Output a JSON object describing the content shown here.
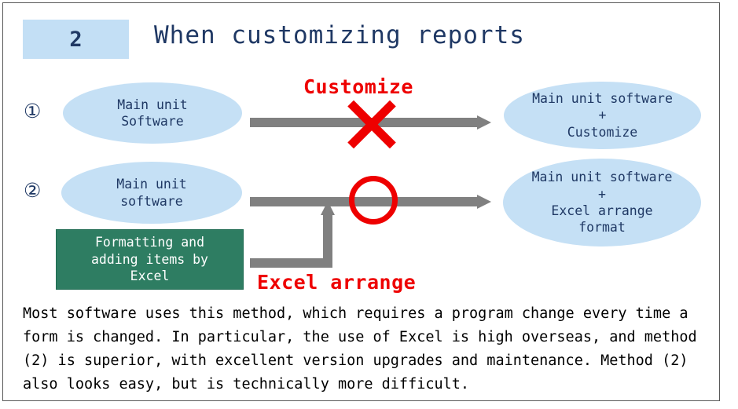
{
  "slide": {
    "badge_number": "2",
    "title": "When customizing reports",
    "border_color": "#595959",
    "badge_bg": "#c3dff5",
    "title_color": "#1f3864"
  },
  "colors": {
    "ellipse_fill": "#c5e0f5",
    "ellipse_text": "#1f3864",
    "arrow_gray": "#808080",
    "mark_red": "#ee0000",
    "green_box_fill": "#2e7d62",
    "green_box_text": "#ffffff"
  },
  "rows": [
    {
      "marker": "①",
      "source_ellipse": {
        "lines": [
          "Main unit",
          "Software"
        ]
      },
      "flow_label": "Customize",
      "flow_mark": "x-mark",
      "result_ellipse": {
        "lines": [
          "Main unit software",
          "+",
          "Customize"
        ]
      }
    },
    {
      "marker": "②",
      "source_ellipse": {
        "lines": [
          "Main unit",
          "software"
        ]
      },
      "flow_label": "Excel arrange",
      "flow_mark": "o-mark",
      "result_ellipse": {
        "lines": [
          "Main unit software",
          "+",
          "Excel arrange",
          "format"
        ]
      }
    }
  ],
  "green_box": {
    "lines": [
      "Formatting and",
      "adding items by",
      "Excel"
    ]
  },
  "footer": {
    "text": "Most software uses this method, which requires a program change every time a form is changed. In particular, the use of Excel is high overseas, and method (2) is superior, with excellent version upgrades and maintenance. Method (2) also looks easy, but is technically more difficult."
  }
}
